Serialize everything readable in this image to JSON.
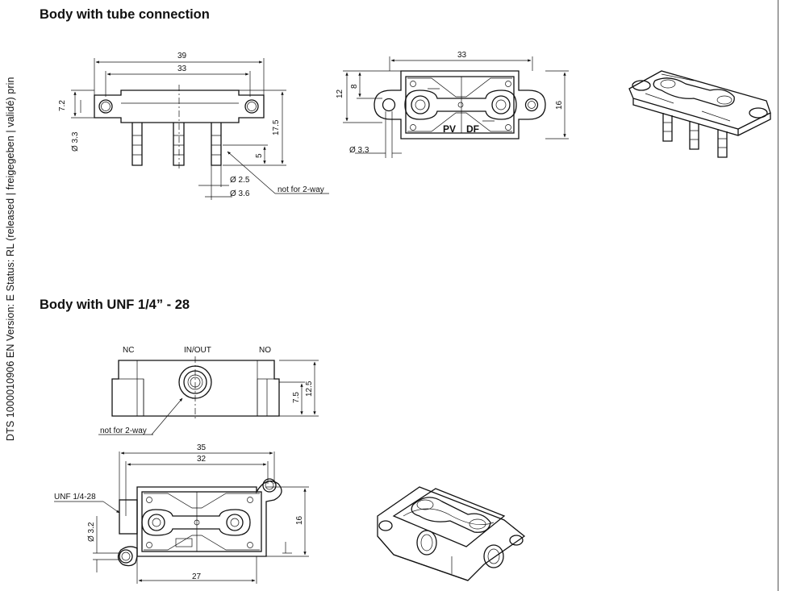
{
  "side_label": "DTS  1000010906  EN  Version: E  Status: RL  (released | freigegeben | validé)  prin",
  "sections": {
    "tube": {
      "title": "Body with tube connection"
    },
    "unf": {
      "title": "Body with UNF 1/4” - 28"
    }
  },
  "dimensions": {
    "tube_front": {
      "w39": "39",
      "w33": "33",
      "h7_2": "7.2",
      "d3_3": "Ø 3.3",
      "h17_5": "17.5",
      "h5": "5",
      "d2_5": "Ø 2.5",
      "d3_6": "Ø 3.6",
      "note": "not for 2-way"
    },
    "tube_top": {
      "w33": "33",
      "h12": "12",
      "h8": "8",
      "h16": "16",
      "d3_3": "Ø 3.3",
      "pv": "PV",
      "df": "DF"
    },
    "unf_side": {
      "nc": "NC",
      "inout": "IN/OUT",
      "no": "NO",
      "h7_5": "7.5",
      "h12_5": "12.5",
      "note": "not for 2-way"
    },
    "unf_top": {
      "w35": "35",
      "w32": "32",
      "unf": "UNF 1/4-28",
      "d3_2": "Ø 3.2",
      "h16": "16",
      "w27": "27"
    }
  }
}
